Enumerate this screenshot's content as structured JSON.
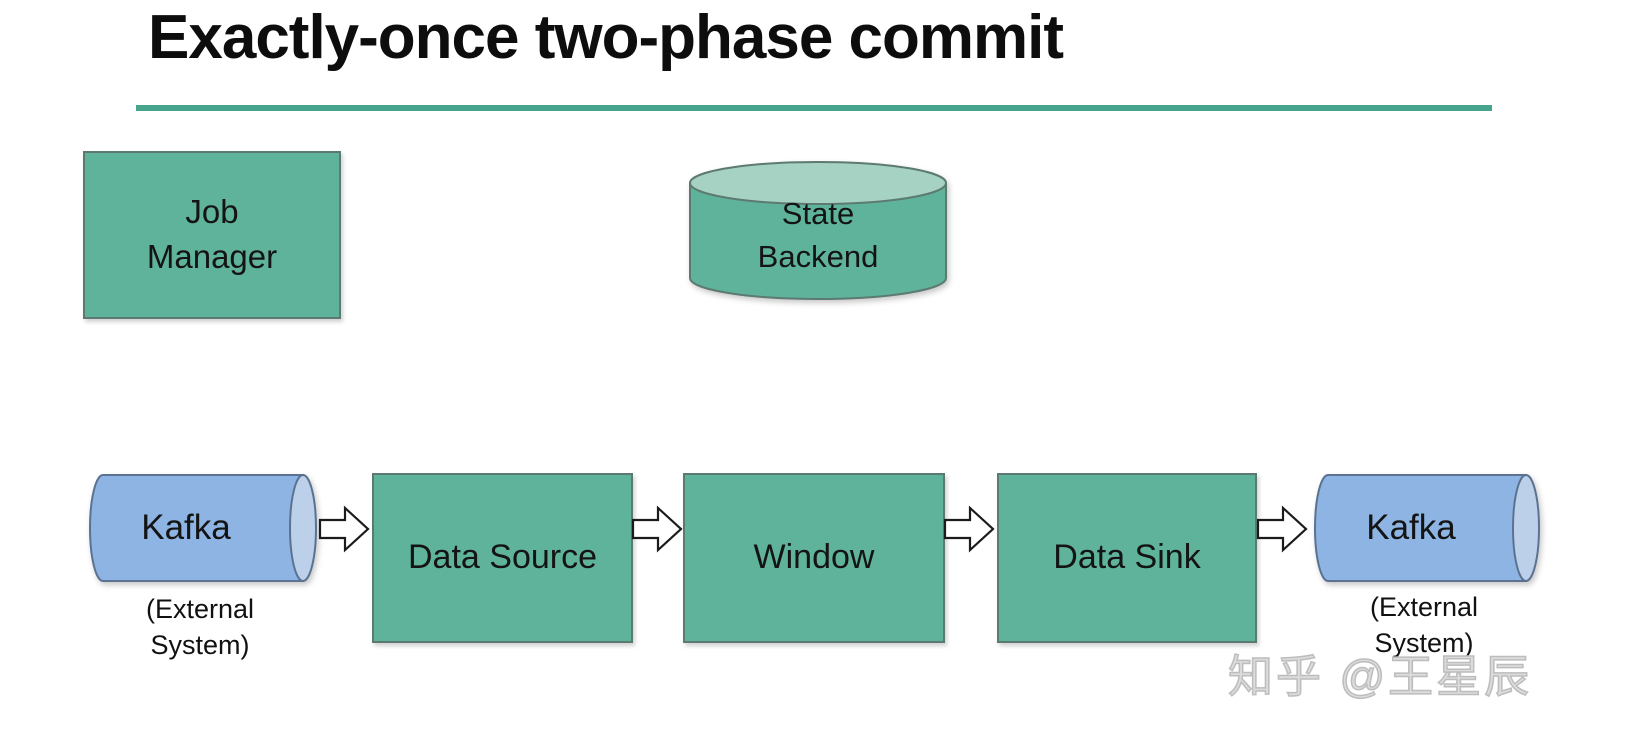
{
  "title": "Exactly-once two-phase commit",
  "nodes": {
    "job_manager": {
      "label": "Job\nManager"
    },
    "state_backend": {
      "label": "State\nBackend"
    },
    "kafka_source": {
      "label": "Kafka",
      "sublabel": "(External\nSystem)"
    },
    "data_source": {
      "label": "Data Source"
    },
    "window": {
      "label": "Window"
    },
    "data_sink": {
      "label": "Data Sink"
    },
    "kafka_sink": {
      "label": "Kafka",
      "sublabel": "(External\nSystem)"
    }
  },
  "watermark": {
    "text": "知乎 @王星辰"
  },
  "colors": {
    "accent_line": "#45a48b",
    "node_green": "#5fb39b",
    "node_green_top": "#a6d2c3",
    "node_green_border": "#5c7a71",
    "kafka_blue": "#8db4e2",
    "kafka_blue_cap": "#bcd0e9",
    "kafka_blue_border": "#5b7292",
    "arrow_fill": "#ffffff",
    "arrow_border": "#1b1b1b",
    "text": "#141414",
    "watermark_gray": "#bdbdbd"
  }
}
